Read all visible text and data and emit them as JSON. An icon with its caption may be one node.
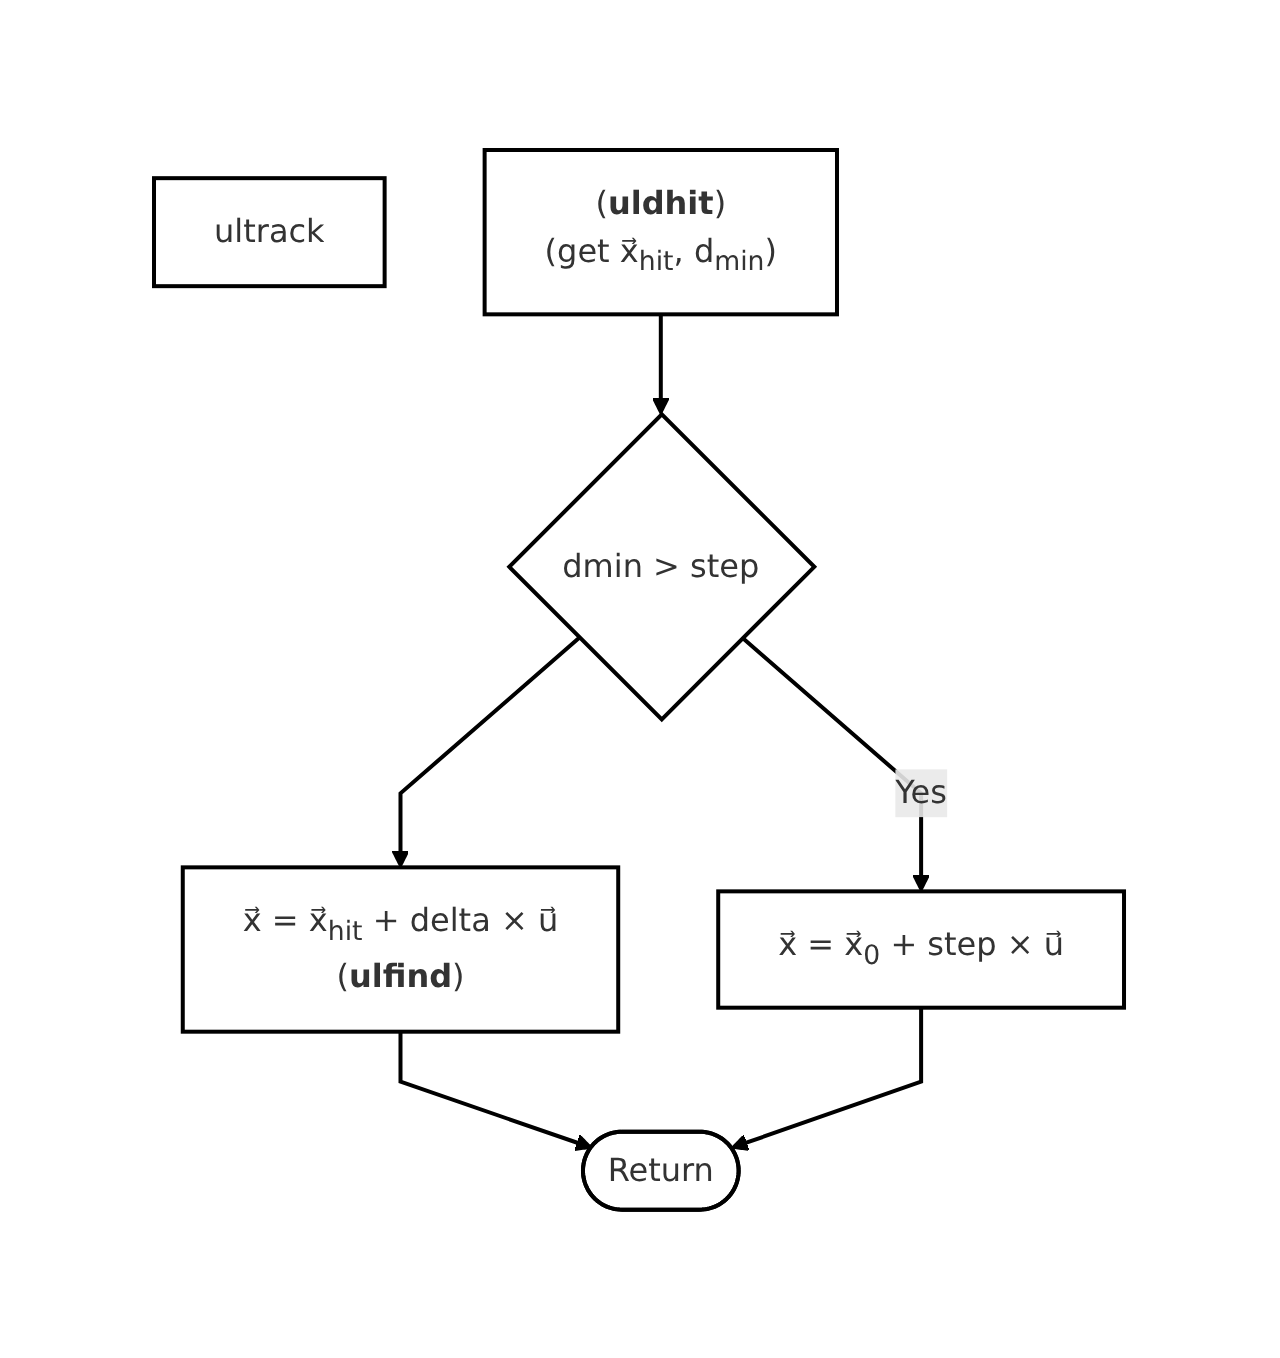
{
  "diagram": {
    "nodes": [
      {
        "text": [
          "ultrack"
        ]
      },
      {
        "text": [
          "(**uldhit**)",
          "(get x⃗$_{hit}$, d$_{min}$)"
        ]
      },
      {
        "text": [
          "dmin > step"
        ]
      },
      {
        "text": [
          "x⃗ = x⃗$_{0}$ + step × u⃗"
        ]
      },
      {
        "text": [
          "x⃗ = x⃗$_{hit}$ + delta × u⃗",
          "(**ulfind**)"
        ]
      },
      {
        "text": [
          "Return"
        ]
      }
    ],
    "edges": [
      {
        "from": 1,
        "to": 2,
        "arrow": "to"
      },
      {
        "from": 2,
        "to": 3,
        "arrow": "to",
        "label": "Yes"
      },
      {
        "from": 2,
        "to": 4,
        "arrow": "to"
      },
      {
        "from": 4,
        "to": 5,
        "arrow": "to"
      },
      {
        "from": 3,
        "to": 5,
        "arrow": "to"
      }
    ]
  }
}
